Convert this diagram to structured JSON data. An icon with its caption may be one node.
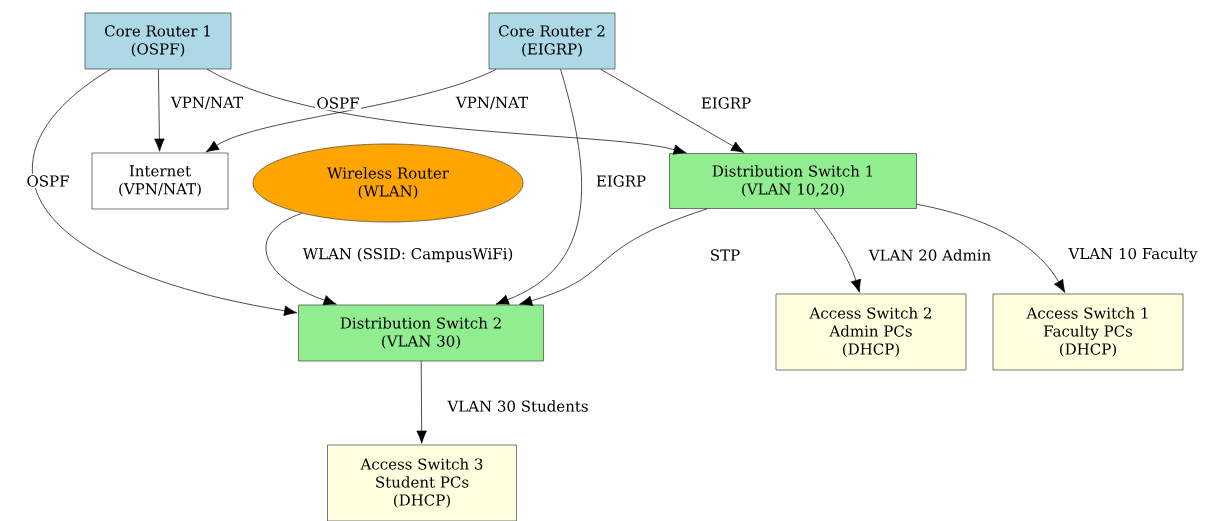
{
  "diagram": {
    "nodes": [
      {
        "text": [
          "Core Router 1",
          "(OSPF)"
        ]
      },
      {
        "text": [
          "Core Router 2",
          "(EIGRP)"
        ]
      },
      {
        "text": [
          "Internet",
          "(VPN/NAT)"
        ]
      },
      {
        "text": [
          "Wireless Router",
          "(WLAN)"
        ]
      },
      {
        "text": [
          "Distribution Switch 1",
          "(VLAN 10,20)"
        ]
      },
      {
        "text": [
          "Distribution Switch 2",
          "(VLAN 30)"
        ]
      },
      {
        "text": [
          "Access Switch 2",
          "Admin PCs",
          "(DHCP)"
        ]
      },
      {
        "text": [
          "Access Switch 1",
          "Faculty PCs",
          "(DHCP)"
        ]
      },
      {
        "text": [
          "Access Switch 3",
          "Student PCs",
          "(DHCP)"
        ]
      }
    ],
    "edges": [
      {
        "from": 0,
        "to": 2,
        "arrow": "to",
        "label": "VPN/NAT"
      },
      {
        "from": 1,
        "to": 2,
        "arrow": "to",
        "label": "VPN/NAT"
      },
      {
        "from": 0,
        "to": 4,
        "arrow": "to",
        "label": "OSPF"
      },
      {
        "from": 1,
        "to": 4,
        "arrow": "to",
        "label": "EIGRP"
      },
      {
        "from": 0,
        "to": 5,
        "arrow": "to",
        "label": "OSPF"
      },
      {
        "from": 1,
        "to": 5,
        "arrow": "to",
        "label": "EIGRP"
      },
      {
        "from": 3,
        "to": 5,
        "arrow": "to",
        "label": "WLAN (SSID: CampusWiFi)"
      },
      {
        "from": 4,
        "to": 5,
        "arrow": "to",
        "label": "STP"
      },
      {
        "from": 4,
        "to": 6,
        "arrow": "to",
        "label": "VLAN 20 Admin"
      },
      {
        "from": 4,
        "to": 7,
        "arrow": "to",
        "label": "VLAN 10 Faculty"
      },
      {
        "from": 5,
        "to": 8,
        "arrow": "to",
        "label": "VLAN 30 Students"
      }
    ]
  }
}
